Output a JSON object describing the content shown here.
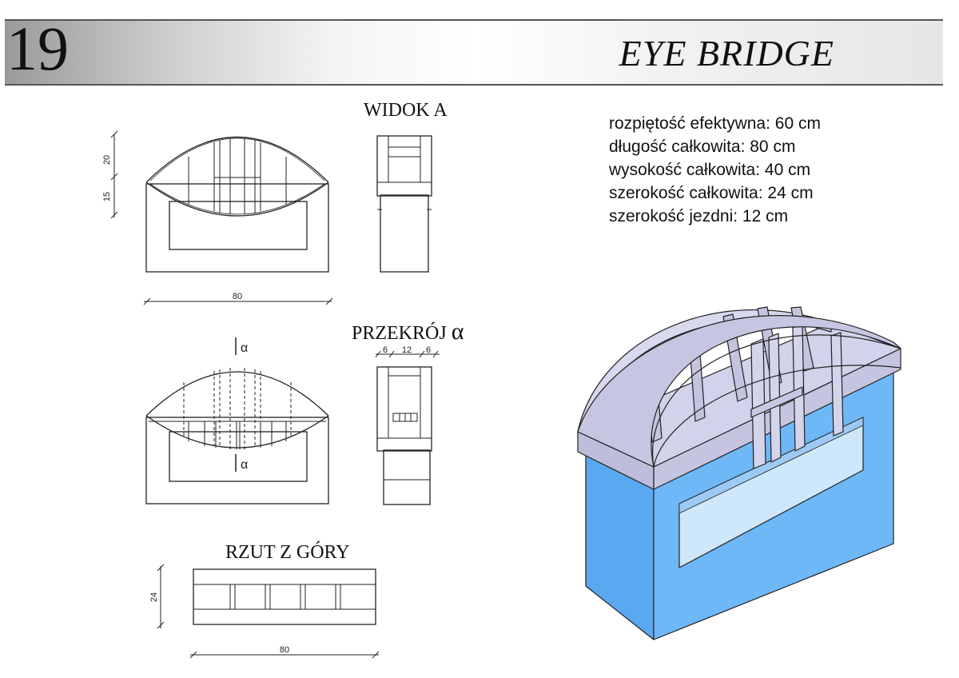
{
  "header": {
    "sheet_number": "19",
    "title": "EYE BRIDGE"
  },
  "specs": [
    "rozpiętość efektywna: 60 cm",
    "długość całkowita: 80 cm",
    "wysokość całkowita: 40 cm",
    "szerokość całkowita: 24 cm",
    "szerokość jezdni: 12 cm"
  ],
  "views": {
    "view_a_label": "WIDOK A",
    "section_label": "PRZEKRÓJ",
    "section_symbol": "α",
    "top_label": "RZUT Z GÓRY"
  },
  "dimensions": {
    "view_a_height_upper": "20",
    "view_a_height_lower": "15",
    "view_a_length": "80",
    "section_width_left": "6",
    "section_width_mid": "12",
    "section_width_right": "6",
    "section_marker": "α",
    "top_width": "24",
    "top_length": "80"
  },
  "colors": {
    "arch_face": "#c9c9e6",
    "arch_top": "#e8e8f4",
    "deck_top": "#d6d6ec",
    "support_blue": "#66b3f5",
    "support_blue_dark": "#3d8fe0",
    "line": "#222222"
  }
}
